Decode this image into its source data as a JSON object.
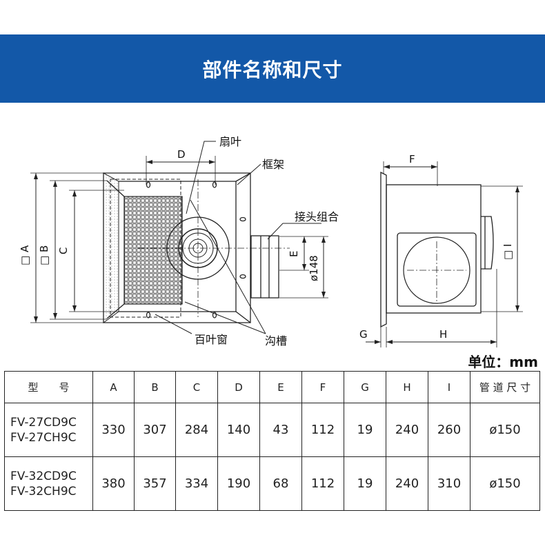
{
  "title": "部件名称和尺寸",
  "unit_label": "单位：mm",
  "diagram_labels": {
    "fan_blade": "扇叶",
    "frame": "框架",
    "connector": "接头组合",
    "grille": "百叶窗",
    "groove": "沟槽",
    "dim_A": "□ A",
    "dim_B": "□ B",
    "dim_C": "C",
    "dim_D": "D",
    "dim_E": "E",
    "dim_148": "ø148",
    "dim_F": "F",
    "dim_G": "G",
    "dim_H": "H",
    "dim_I": "□ I"
  },
  "table": {
    "headers": [
      "型　　号",
      "A",
      "B",
      "C",
      "D",
      "E",
      "F",
      "G",
      "H",
      "I",
      "管 道 尺 寸"
    ],
    "rows": [
      {
        "models": [
          "FV-27CD9C",
          "FV-27CH9C"
        ],
        "values": [
          "330",
          "307",
          "284",
          "140",
          "43",
          "112",
          "19",
          "240",
          "260",
          "ø150"
        ]
      },
      {
        "models": [
          "FV-32CD9C",
          "FV-32CH9C"
        ],
        "values": [
          "380",
          "357",
          "334",
          "190",
          "68",
          "112",
          "19",
          "240",
          "310",
          "ø150"
        ]
      }
    ]
  }
}
